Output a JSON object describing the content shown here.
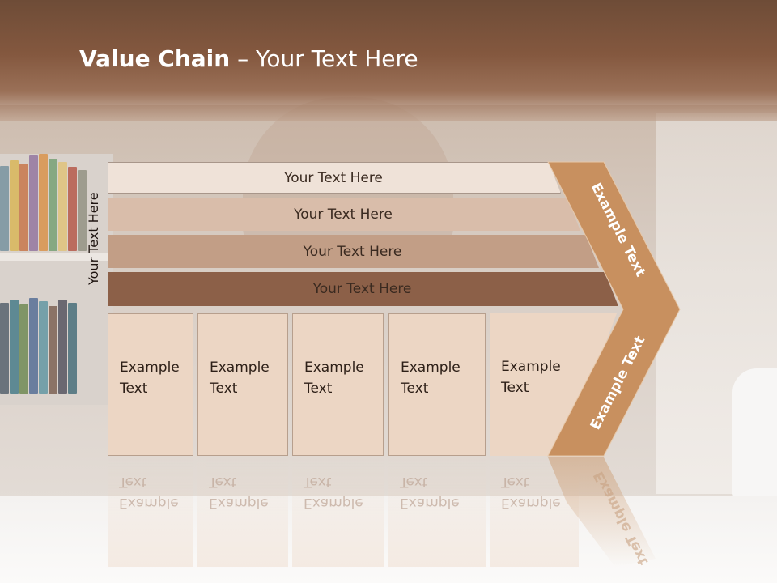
{
  "slide": {
    "title_bold": "Value Chain",
    "title_rest": " – Your Text Here",
    "side_label": "Your Text Here",
    "support_rows": [
      {
        "label": "Your Text Here"
      },
      {
        "label": "Your Text Here"
      },
      {
        "label": "Your Text Here"
      },
      {
        "label": "Your Text Here"
      }
    ],
    "primary_boxes": [
      {
        "line1": "Example",
        "line2": "Text"
      },
      {
        "line1": "Example",
        "line2": "Text"
      },
      {
        "line1": "Example",
        "line2": "Text"
      },
      {
        "line1": "Example",
        "line2": "Text"
      },
      {
        "line1": "Example",
        "line2": "Text"
      }
    ],
    "chevron_upper": "Example Text",
    "chevron_lower": "Example Text"
  },
  "colors": {
    "title_bar": "#7a5540",
    "row1": "#efe2d8",
    "row2": "#d9bdaa",
    "row3": "#c29e86",
    "row4": "#8c6048",
    "boxes": "#ecd6c4",
    "chevron": "#c8905f"
  }
}
